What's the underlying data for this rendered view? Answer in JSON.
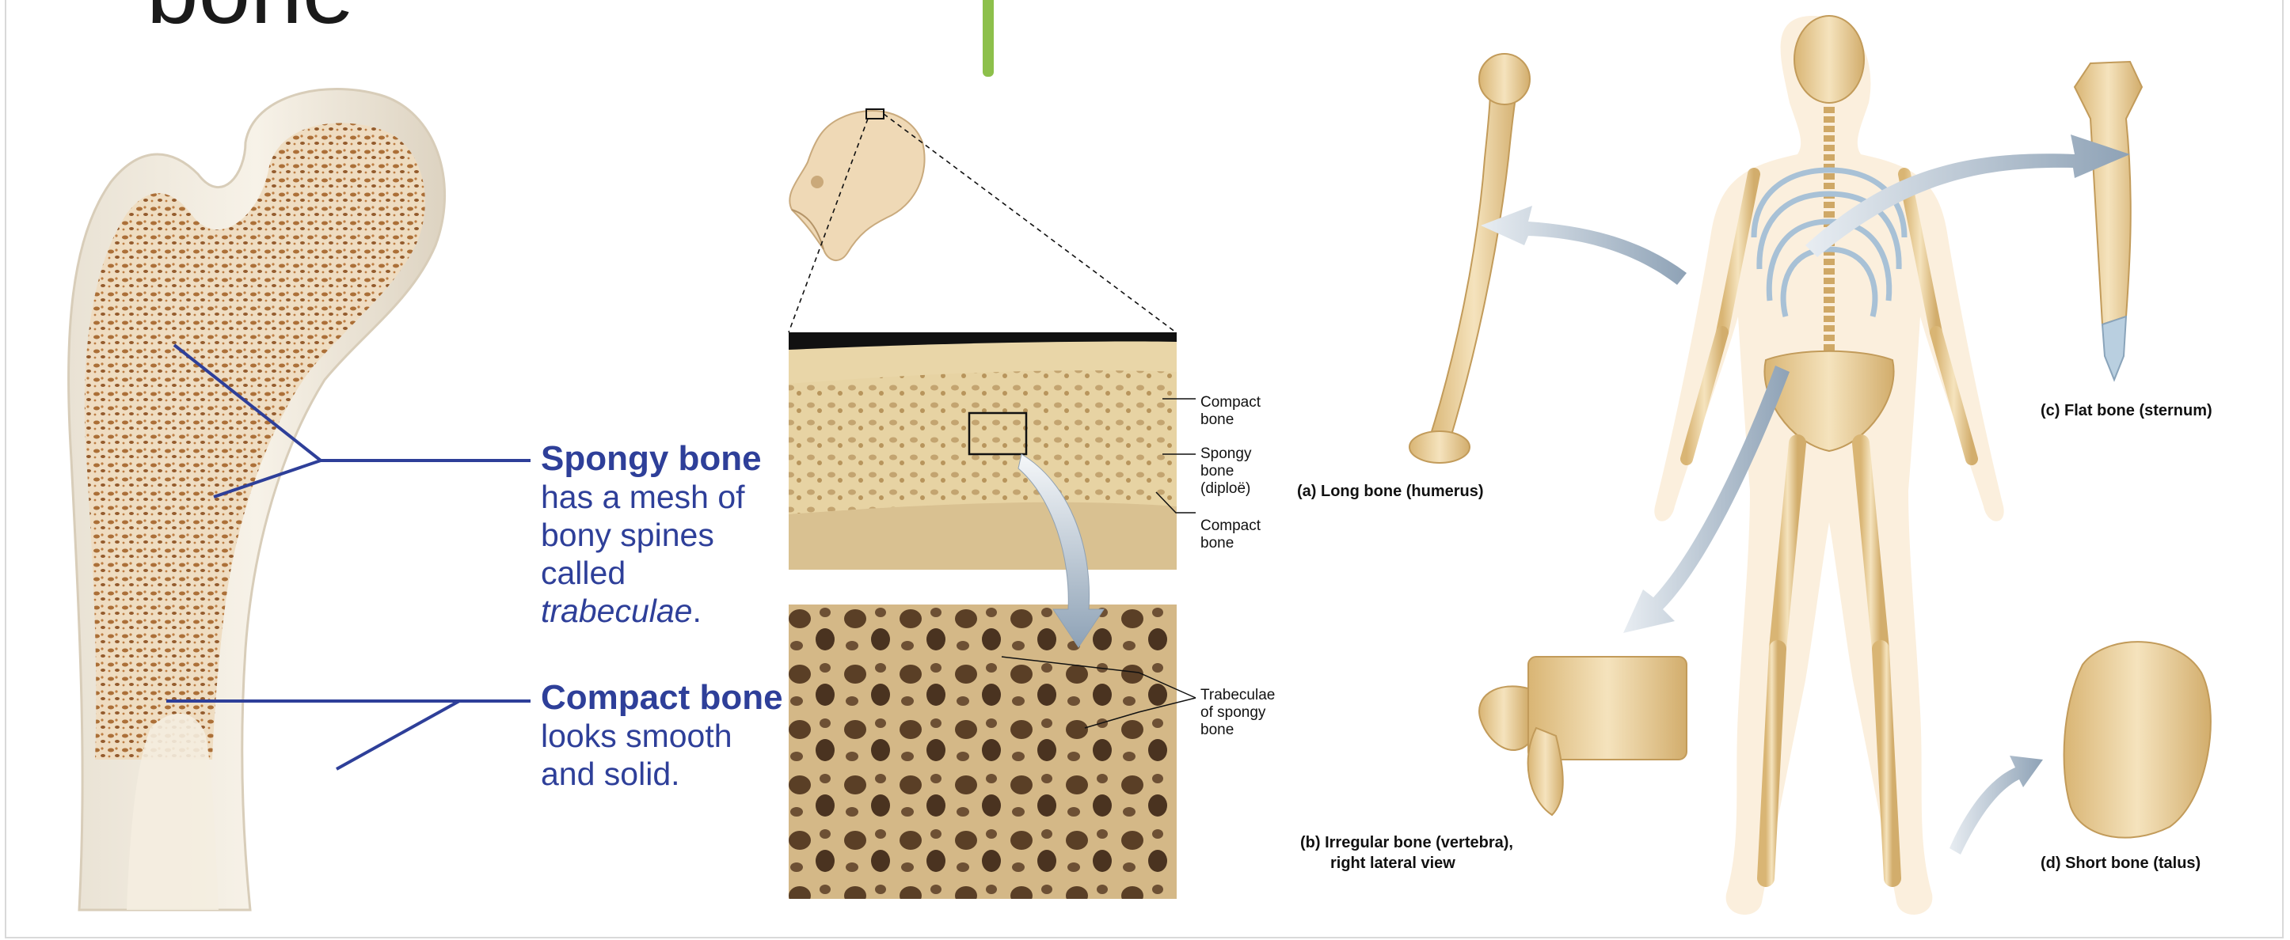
{
  "title": "bone",
  "colors": {
    "callout": "#2e3f99",
    "accent": "#8dc04b",
    "bone": "#e8cf9a",
    "spongy": "#9a5e2a",
    "cartilage": "#b9cfe0",
    "arrow": "#9fb0c1"
  },
  "femur": {
    "spongy": {
      "heading": "Spongy bone",
      "line1": "has a mesh of",
      "line2": "bony spines",
      "line3": "called",
      "term": "trabeculae",
      "period": "."
    },
    "compact": {
      "heading": "Compact bone",
      "line1": "looks smooth",
      "line2": "and solid."
    }
  },
  "skull_section": {
    "labels": {
      "compact_top": [
        "Compact",
        "bone"
      ],
      "spongy": [
        "Spongy",
        "bone",
        "(diploë)"
      ],
      "compact_bottom": [
        "Compact",
        "bone"
      ],
      "trabeculae": [
        "Trabeculae",
        "of spongy",
        "bone"
      ]
    }
  },
  "bone_types": {
    "long": "(a) Long bone (humerus)",
    "irregular_line1": "(b) Irregular bone (vertebra),",
    "irregular_line2": "right lateral view",
    "flat": "(c) Flat bone (sternum)",
    "short": "(d) Short bone (talus)"
  }
}
